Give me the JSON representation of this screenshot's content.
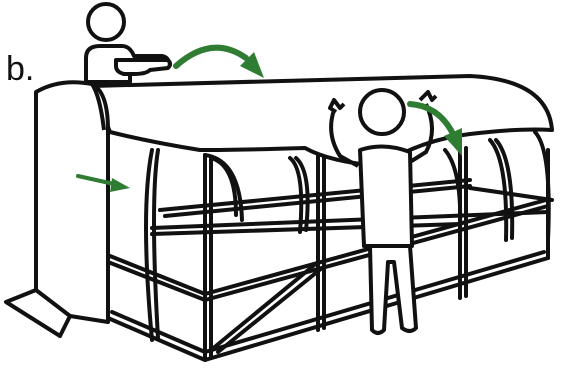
{
  "panel_label": "b.",
  "colors": {
    "line": "#111111",
    "fill": "#ffffff",
    "arrow": "#2e7d32"
  },
  "figure_parts": [
    "greenhouse-frame",
    "greenhouse-cover",
    "rolled-end-panel",
    "person-left",
    "person-right",
    "arrow-over-top",
    "arrow-into-frame",
    "arrow-down-right"
  ]
}
